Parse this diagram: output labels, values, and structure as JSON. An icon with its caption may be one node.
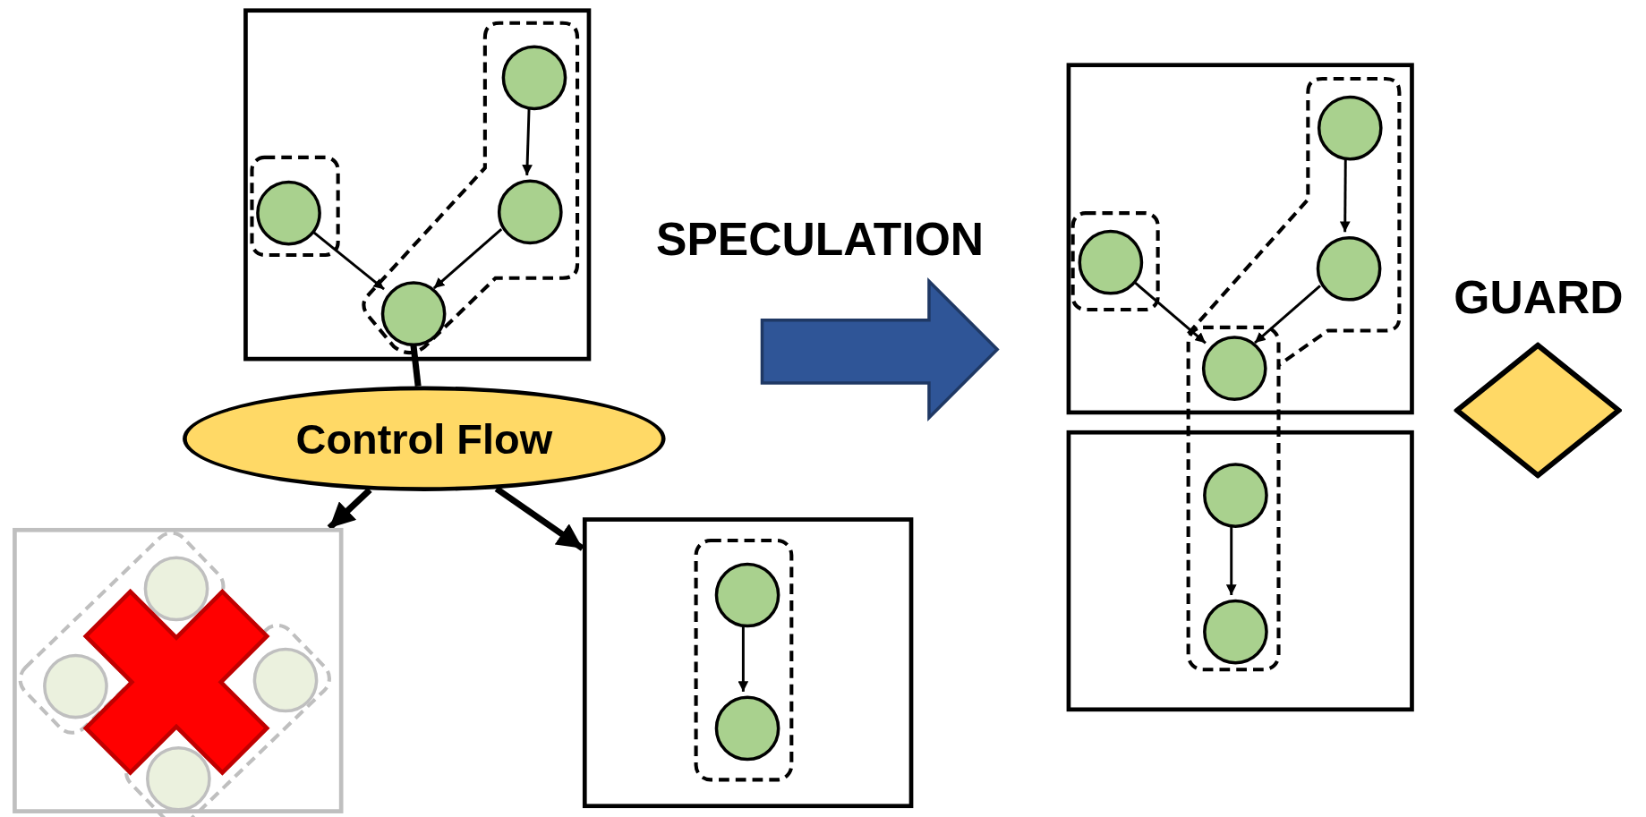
{
  "diagram": {
    "nodes": [
      {
        "text": [],
        "shape": "box"
      },
      {
        "text": [],
        "shape": "circle",
        "in": 0
      },
      {
        "text": [],
        "shape": "circle",
        "in": 0
      },
      {
        "text": [],
        "shape": "circle",
        "in": 0
      },
      {
        "text": [],
        "shape": "circle",
        "in": 0
      },
      {
        "text": [
          "Control Flow"
        ]
      },
      {
        "text": [],
        "shape": "box"
      },
      {
        "text": [],
        "shape": "circle",
        "in": 6
      },
      {
        "text": [],
        "shape": "circle",
        "in": 6
      },
      {
        "text": [],
        "shape": "circle",
        "in": 6
      },
      {
        "text": [],
        "shape": "circle",
        "in": 6
      },
      {
        "text": [],
        "shape": "box"
      },
      {
        "text": [],
        "shape": "circle",
        "in": 11
      },
      {
        "text": [],
        "shape": "circle",
        "in": 11
      },
      {
        "text": [],
        "shape": "box"
      },
      {
        "text": [],
        "shape": "circle",
        "in": 14
      },
      {
        "text": [],
        "shape": "circle",
        "in": 14
      },
      {
        "text": [],
        "shape": "circle",
        "in": 14
      },
      {
        "text": [],
        "shape": "circle",
        "in": 14
      },
      {
        "text": [],
        "shape": "box"
      },
      {
        "text": [],
        "shape": "circle",
        "in": 19
      },
      {
        "text": [],
        "shape": "circle",
        "in": 19
      },
      {
        "text": [
          "GUARD"
        ]
      }
    ],
    "edges": [
      {
        "from": 1,
        "to": 3,
        "arrow": "to"
      },
      {
        "from": 2,
        "to": 4,
        "arrow": "to"
      },
      {
        "from": 3,
        "to": 4,
        "arrow": "to"
      },
      {
        "from": 4,
        "to": 5,
        "arrow": "none",
        "style": "thick"
      },
      {
        "from": 5,
        "to": 6,
        "arrow": "to",
        "style": "thick"
      },
      {
        "from": 5,
        "to": 11,
        "arrow": "to",
        "style": "thick"
      },
      {
        "from": 12,
        "to": 13,
        "arrow": "to"
      },
      {
        "from": 15,
        "to": 17,
        "arrow": "to"
      },
      {
        "from": 16,
        "to": 18,
        "arrow": "to"
      },
      {
        "from": 17,
        "to": 18,
        "arrow": "to"
      },
      {
        "from": 20,
        "to": 21,
        "arrow": "to"
      }
    ],
    "labels": [
      "SPECULATION"
    ]
  }
}
